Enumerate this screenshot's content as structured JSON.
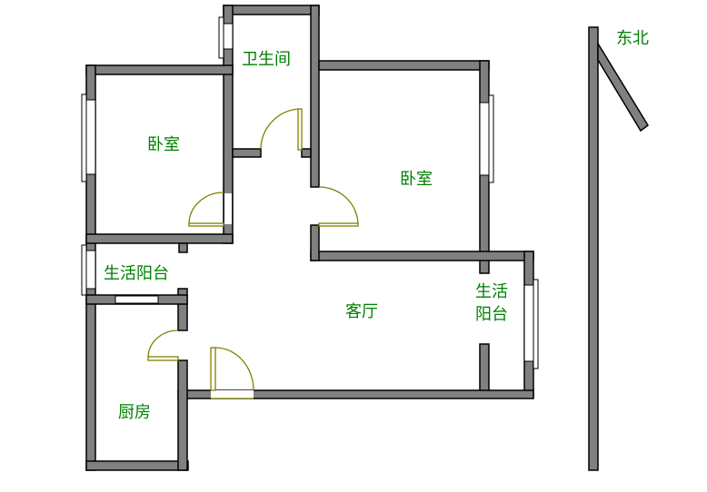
{
  "rooms": {
    "bathroom": "卫生间",
    "bedroom_left": "卧室",
    "bedroom_right": "卧室",
    "balcony_left": "生活阳台",
    "living_room": "客厅",
    "balcony_right_line1": "生活",
    "balcony_right_line2": "阳台",
    "kitchen": "厨房"
  },
  "compass": {
    "label": "东北"
  },
  "colors": {
    "wall": "#808080",
    "label": "#008000",
    "door": "#808000"
  }
}
